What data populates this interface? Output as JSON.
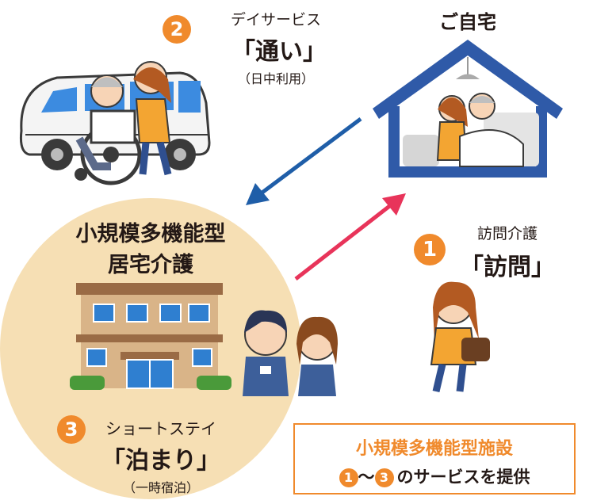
{
  "colors": {
    "accent_orange": "#f08a2c",
    "house_blue": "#2f5aa8",
    "arrow_blue": "#1f5ea8",
    "arrow_pink": "#e8345a",
    "circle_beige": "#f6dfb4",
    "box_border": "#f08a2c"
  },
  "service2": {
    "number": "2",
    "line1": "デイサービス",
    "title": "「通い」",
    "sub": "（日中利用）"
  },
  "home": {
    "title": "ご自宅"
  },
  "center": {
    "line1": "小規模多機能型",
    "line2": "居宅介護"
  },
  "service1": {
    "number": "1",
    "line1": "訪問介護",
    "title": "「訪問」"
  },
  "service3": {
    "number": "3",
    "line1": "ショートステイ",
    "title": "「泊まり」",
    "sub": "（一時宿泊）"
  },
  "infobox": {
    "title": "小規模多機能型施設",
    "from_number": "1",
    "tilde": "〜",
    "to_number": "3",
    "text": "のサービスを提供"
  },
  "icons": [
    "van-icon",
    "wheelchair-caregiver-illustration",
    "house-icon",
    "facility-building-icon",
    "staff-illustration",
    "home-visit-caregiver-illustration"
  ]
}
